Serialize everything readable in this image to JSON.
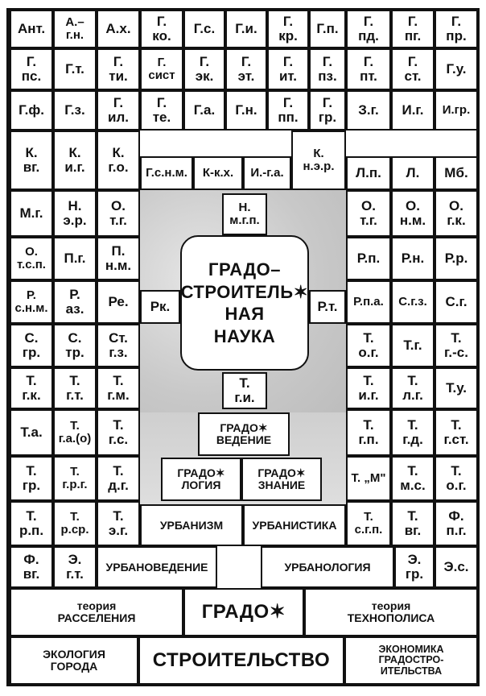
{
  "cells": [
    {
      "id": "r1c1",
      "text": "Ант."
    },
    {
      "id": "r1c2",
      "text": "А.–\nг.н."
    },
    {
      "id": "r1c3",
      "text": "А.х."
    },
    {
      "id": "r1c4",
      "text": "Г.\nко."
    },
    {
      "id": "r1c5",
      "text": "Г.с."
    },
    {
      "id": "r1c6",
      "text": "Г.и."
    },
    {
      "id": "r1c7",
      "text": "Г.\nкр."
    },
    {
      "id": "r1c8",
      "text": "Г.п."
    },
    {
      "id": "r1c9",
      "text": "Г.\nпд."
    },
    {
      "id": "r1c10",
      "text": "Г.\nпг."
    },
    {
      "id": "r1c11",
      "text": "Г.\nпр."
    },
    {
      "id": "r2c1",
      "text": "Г.\nпс."
    },
    {
      "id": "r2c2",
      "text": "Г.т."
    },
    {
      "id": "r2c3",
      "text": "Г.\nти."
    },
    {
      "id": "r2c4",
      "text": "Г.\nсист"
    },
    {
      "id": "r2c5",
      "text": "Г.\nэк."
    },
    {
      "id": "r2c6",
      "text": "Г.\nэт."
    },
    {
      "id": "r2c7",
      "text": "Г.\nит."
    },
    {
      "id": "r2c8",
      "text": "Г.\nпз."
    },
    {
      "id": "r2c9",
      "text": "Г.\nпт."
    },
    {
      "id": "r2c10",
      "text": "Г.\nст."
    },
    {
      "id": "r2c11",
      "text": "Г.у."
    },
    {
      "id": "r3c1",
      "text": "Г.ф."
    },
    {
      "id": "r3c2",
      "text": "Г.з."
    },
    {
      "id": "r3c3",
      "text": "Г.\nил."
    },
    {
      "id": "r3c4",
      "text": "Г.\nте."
    },
    {
      "id": "r3c5",
      "text": "Г.а."
    },
    {
      "id": "r3c6",
      "text": "Г.н."
    },
    {
      "id": "r3c7",
      "text": "Г.\nпп."
    },
    {
      "id": "r3c8",
      "text": "Г.\nгр."
    },
    {
      "id": "r3c9",
      "text": "З.г."
    },
    {
      "id": "r3c10",
      "text": "И.г."
    },
    {
      "id": "r3c11",
      "text": "И.гр."
    },
    {
      "id": "r4c1",
      "text": "К.\nвг."
    },
    {
      "id": "r4c2",
      "text": "К.\nи.г."
    },
    {
      "id": "r4c3",
      "text": "К.\nг.о."
    },
    {
      "id": "r4c4",
      "text": "Г.с.н.м."
    },
    {
      "id": "r4c5",
      "text": "К-к.х."
    },
    {
      "id": "r4c6",
      "text": "И.-г.а."
    },
    {
      "id": "r4c7",
      "text": "К.\nн.э.р."
    },
    {
      "id": "r4c8",
      "text": "Л.п."
    },
    {
      "id": "r4c9",
      "text": "Л."
    },
    {
      "id": "r4c10",
      "text": "Мб."
    },
    {
      "id": "r5c1",
      "text": "М.г."
    },
    {
      "id": "r5c2",
      "text": "Н.\nэ.р."
    },
    {
      "id": "r5c3",
      "text": "О.\nт.г."
    },
    {
      "id": "r5c4",
      "text": "Н.\nм.г.п."
    },
    {
      "id": "r5c5",
      "text": "О.\nт.г."
    },
    {
      "id": "r5c6",
      "text": "О.\nн.м."
    },
    {
      "id": "r5c7",
      "text": "О.\nг.к."
    },
    {
      "id": "r6c1",
      "text": "О.\nт.с.п."
    },
    {
      "id": "r6c2",
      "text": "П.г."
    },
    {
      "id": "r6c3",
      "text": "П.\nн.м."
    },
    {
      "id": "r6c4",
      "text": "Р.п."
    },
    {
      "id": "r6c5",
      "text": "Р.н."
    },
    {
      "id": "r6c6",
      "text": "Р.р."
    },
    {
      "id": "r7c1",
      "text": "Р.\nс.н.м."
    },
    {
      "id": "r7c2",
      "text": "Р.\nаз."
    },
    {
      "id": "r7c3",
      "text": "Ре."
    },
    {
      "id": "r7c4",
      "text": "Рк."
    },
    {
      "id": "r7c5",
      "text": "Р.т."
    },
    {
      "id": "r7c6",
      "text": "Р.п.а."
    },
    {
      "id": "r7c7",
      "text": "С.г.з."
    },
    {
      "id": "r7c8",
      "text": "С.г."
    },
    {
      "id": "r8c1",
      "text": "С.\nгр."
    },
    {
      "id": "r8c2",
      "text": "С.\nтр."
    },
    {
      "id": "r8c3",
      "text": "Ст.\nг.з."
    },
    {
      "id": "r8c4",
      "text": "Т.\nо.г."
    },
    {
      "id": "r8c5",
      "text": "Т.г."
    },
    {
      "id": "r8c6",
      "text": "Т.\nг.-с."
    },
    {
      "id": "r9c1",
      "text": "Т.\nг.к."
    },
    {
      "id": "r9c2",
      "text": "Т.\nг.т."
    },
    {
      "id": "r9c3",
      "text": "Т.\nг.м."
    },
    {
      "id": "r9c4",
      "text": "Т.\nг.и."
    },
    {
      "id": "r9c5",
      "text": "Т.\nи.г."
    },
    {
      "id": "r9c6",
      "text": "Т.\nл.г."
    },
    {
      "id": "r9c7",
      "text": "Т.у."
    },
    {
      "id": "r10c1",
      "text": "Т.а."
    },
    {
      "id": "r10c2",
      "text": "Т.\nг.а.(о)"
    },
    {
      "id": "r10c3",
      "text": "Т.\nг.с."
    },
    {
      "id": "r10c4",
      "text": "ГРАДО✶\nВЕДЕНИЕ"
    },
    {
      "id": "r10c5",
      "text": "Т.\nг.п."
    },
    {
      "id": "r10c6",
      "text": "Т.\nг.д."
    },
    {
      "id": "r10c7",
      "text": "Т.\nг.ст."
    },
    {
      "id": "r11c1",
      "text": "Т.\nгр."
    },
    {
      "id": "r11c2",
      "text": "Т.\nг.р.г."
    },
    {
      "id": "r11c3",
      "text": "Т.\nд.г."
    },
    {
      "id": "r11c4",
      "text": "ГРАДО✶\nЛОГИЯ"
    },
    {
      "id": "r11c5",
      "text": "ГРАДО✶\nЗНАНИЕ"
    },
    {
      "id": "r11c6",
      "text": "Т. „М\""
    },
    {
      "id": "r11c7",
      "text": "Т.\nм.с."
    },
    {
      "id": "r11c8",
      "text": "Т.\nо.г."
    },
    {
      "id": "r12c1",
      "text": "Т.\nр.п."
    },
    {
      "id": "r12c2",
      "text": "Т.\nр.ср."
    },
    {
      "id": "r12c3",
      "text": "Т.\nэ.г."
    },
    {
      "id": "r12c4",
      "text": "УРБАНИЗМ"
    },
    {
      "id": "r12c5",
      "text": "УРБАНИСТИКА"
    },
    {
      "id": "r12c6",
      "text": "Т.\nс.г.п."
    },
    {
      "id": "r12c7",
      "text": "Т.\nвг."
    },
    {
      "id": "r12c8",
      "text": "Ф.\nп.г."
    },
    {
      "id": "r13c1",
      "text": "Ф.\nвг."
    },
    {
      "id": "r13c2",
      "text": "Э.\nг.т."
    },
    {
      "id": "r13c3",
      "text": "УРБАНОВЕДЕНИЕ"
    },
    {
      "id": "r13c4",
      "text": "УРБАНОЛОГИЯ"
    },
    {
      "id": "r13c5",
      "text": "Э.\nгр."
    },
    {
      "id": "r13c6",
      "text": "Э.с."
    },
    {
      "id": "b1",
      "text": "теория\nРАССЕЛЕНИЯ"
    },
    {
      "id": "b2",
      "text": "ГРАДО✶"
    },
    {
      "id": "b3",
      "text": "теория\nТЕХНОПОЛИСА"
    },
    {
      "id": "b4",
      "text": "ЭКОЛОГИЯ\nГОРОДА"
    },
    {
      "id": "b5",
      "text": "СТРОИТЕЛЬСТВО"
    },
    {
      "id": "b6",
      "text": "ЭКОНОМИКА\nГРАДОСТРО-\nИТЕЛЬСТВА"
    },
    {
      "id": "center",
      "text": "ГРАДО–\nСТРОИТЕЛЬ✶\nНАЯ\nНАУКА"
    }
  ]
}
